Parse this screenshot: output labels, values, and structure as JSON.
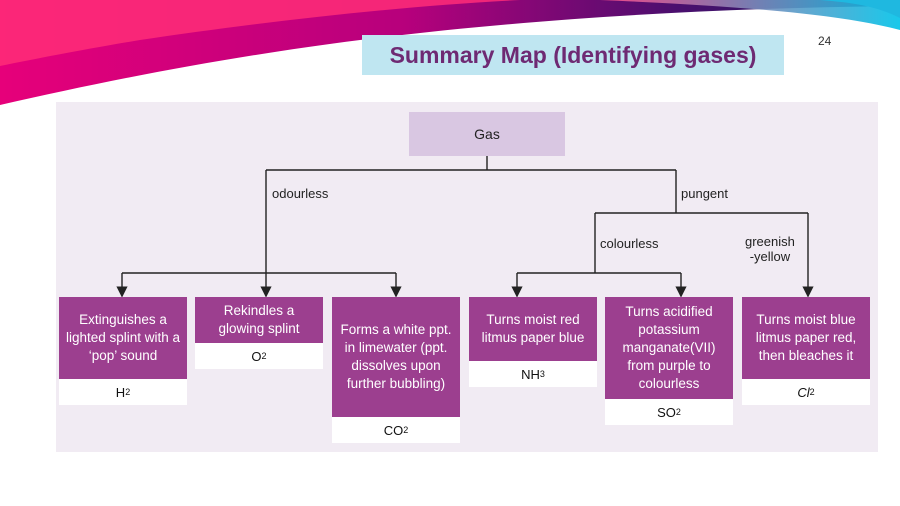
{
  "slide_number": "24",
  "title": "Summary Map (Identifying gases)",
  "root": "Gas",
  "branches": {
    "odourless": "odourless",
    "pungent": "pungent",
    "colourless": "colourless",
    "greenish_yellow": "greenish\n-yellow"
  },
  "cards": [
    {
      "description": "Extinguishes a lighted splint with a ‘pop’ sound",
      "symbol": "H",
      "subscript": "2"
    },
    {
      "description": "Rekindles a glowing splint",
      "symbol": "O",
      "subscript": "2"
    },
    {
      "description": "Forms a white ppt. in limewater (ppt. dissolves upon further bubbling)",
      "symbol": "CO",
      "subscript": "2"
    },
    {
      "description": "Turns moist red litmus paper blue",
      "symbol": "NH",
      "subscript": "3"
    },
    {
      "description": "Turns acidified potassium manganate(VII) from purple to colourless",
      "symbol": "SO",
      "subscript": "2"
    },
    {
      "description": "Turns moist blue litmus paper red, then bleaches it",
      "symbol": "Cl",
      "subscript": "2"
    }
  ],
  "colors": {
    "card": "#9c3f8f",
    "root_box": "#d9c7e2",
    "panel": "#f1ebf3",
    "title_bg": "#bfe6f1",
    "title_text": "#6e2a73"
  }
}
